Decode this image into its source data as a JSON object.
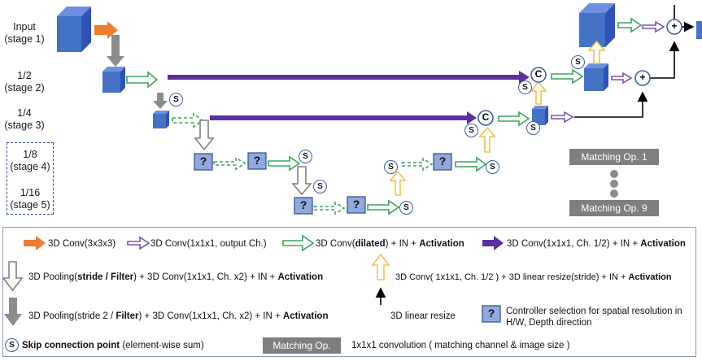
{
  "stages": [
    {
      "line1": "Input",
      "line2": "(stage 1)"
    },
    {
      "line1": "1/2",
      "line2": "(stage 2)"
    },
    {
      "line1": "1/4",
      "line2": "(stage 3)"
    },
    {
      "line1": "1/8",
      "line2": "(stage 4)"
    },
    {
      "line1": "1/16",
      "line2": "(stage 5)"
    }
  ],
  "symbols": {
    "skip": "S",
    "concat": "C",
    "sum": "+",
    "question": "?"
  },
  "matching": {
    "first": "Matching Op. 1",
    "last": "Matching Op. 9"
  },
  "legend": {
    "orange_arrow": "3D Conv(3x3x3)",
    "purple_outline_arrow": "3D Conv(1x1x1, output Ch.)",
    "green_prefix": "3D Conv(",
    "green_bold": "dilated",
    "green_suffix": ") + IN + ",
    "activation": "Activation",
    "purple_filled_prefix": "3D Conv(1x1x1, Ch. ",
    "half": "1/2",
    "purple_filled_suffix": ") + IN + ",
    "pool_white_prefix": "3D Pooling(",
    "pool_white_bold": "stride / Filter",
    "pool_white_suffix": ") + 3D Conv(1x1x1, Ch. x2) + IN + ",
    "yellow_prefix": "3D Conv( 1x1x1, Ch. ",
    "yellow_suffix": " ) + 3D linear resize(stride) + IN + ",
    "pool_gray_prefix": "3D Pooling(stride 2 / ",
    "pool_gray_bold": "Filter",
    "pool_gray_suffix": ") + 3D Conv(1x1x1, Ch. x2) + IN + ",
    "linear_resize": "3D linear resize",
    "controller_line1": "Controller selection for spatial resolution in",
    "controller_line2": "H/W, Depth direction",
    "skip_bold": "Skip connection point",
    "skip_rest": " (element-wise sum)",
    "matching_label": "Matching Op.",
    "matching_desc": "1x1x1 convolution ( matching channel & image size )"
  }
}
